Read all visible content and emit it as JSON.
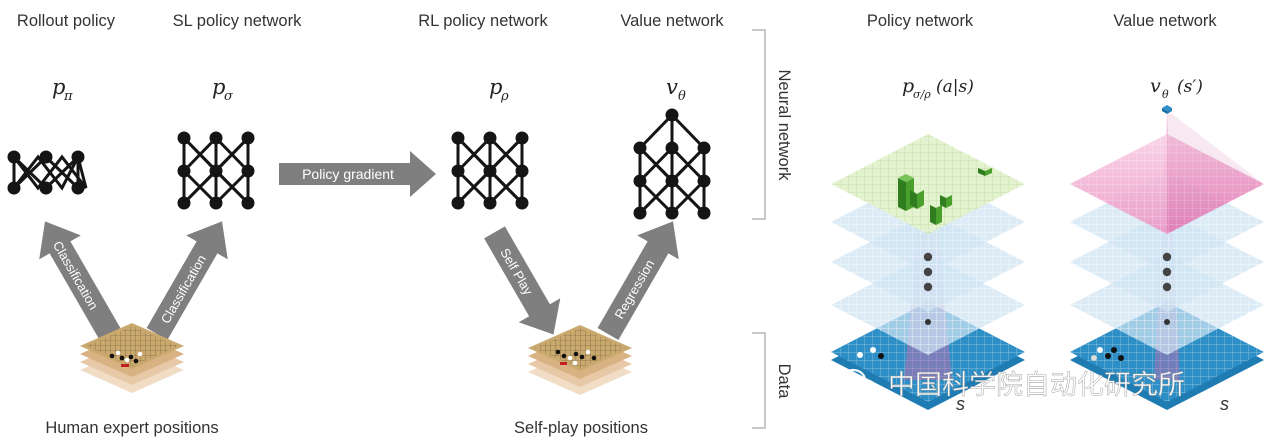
{
  "titles": {
    "rollout": "Rollout policy",
    "sl": "SL policy network",
    "rl": "RL policy network",
    "value": "Value network",
    "policy_net": "Policy network",
    "value_net": "Value network"
  },
  "symbols": {
    "p_pi": {
      "base": "p",
      "sub": "π"
    },
    "p_sigma": {
      "base": "p",
      "sub": "σ"
    },
    "p_rho": {
      "base": "p",
      "sub": "ρ"
    },
    "v_theta": {
      "base": "v",
      "sub": "θ"
    },
    "policy_out": {
      "base": "p",
      "sub": "σ/ρ",
      "arg": "(a|s)"
    },
    "value_out": {
      "base": "v",
      "sub": "θ",
      "arg": "(s′)"
    }
  },
  "arrows": {
    "policy_gradient": "Policy gradient",
    "classification_left": "Classification",
    "classification_right": "Classification",
    "self_play": "Self Play",
    "regression": "Regression"
  },
  "brackets": {
    "neural_network": "Neural network",
    "data": "Data"
  },
  "positions": {
    "human": "Human expert positions",
    "selfplay": "Self-play positions"
  },
  "state_labels": {
    "s_left": "s",
    "s_right": "s"
  },
  "watermark": "中国科学院自动化研究所",
  "colors": {
    "node": "#151515",
    "arrow": "#7f7f7f",
    "text": "#333333",
    "bracket": "#b5b5b5",
    "board_wood": "#c9a96e",
    "board_blue": "#2d8fc6",
    "layer_blue": "#cfe3f3",
    "policy_green": "#e4f3cf",
    "value_pink": "#f0a6cd"
  }
}
